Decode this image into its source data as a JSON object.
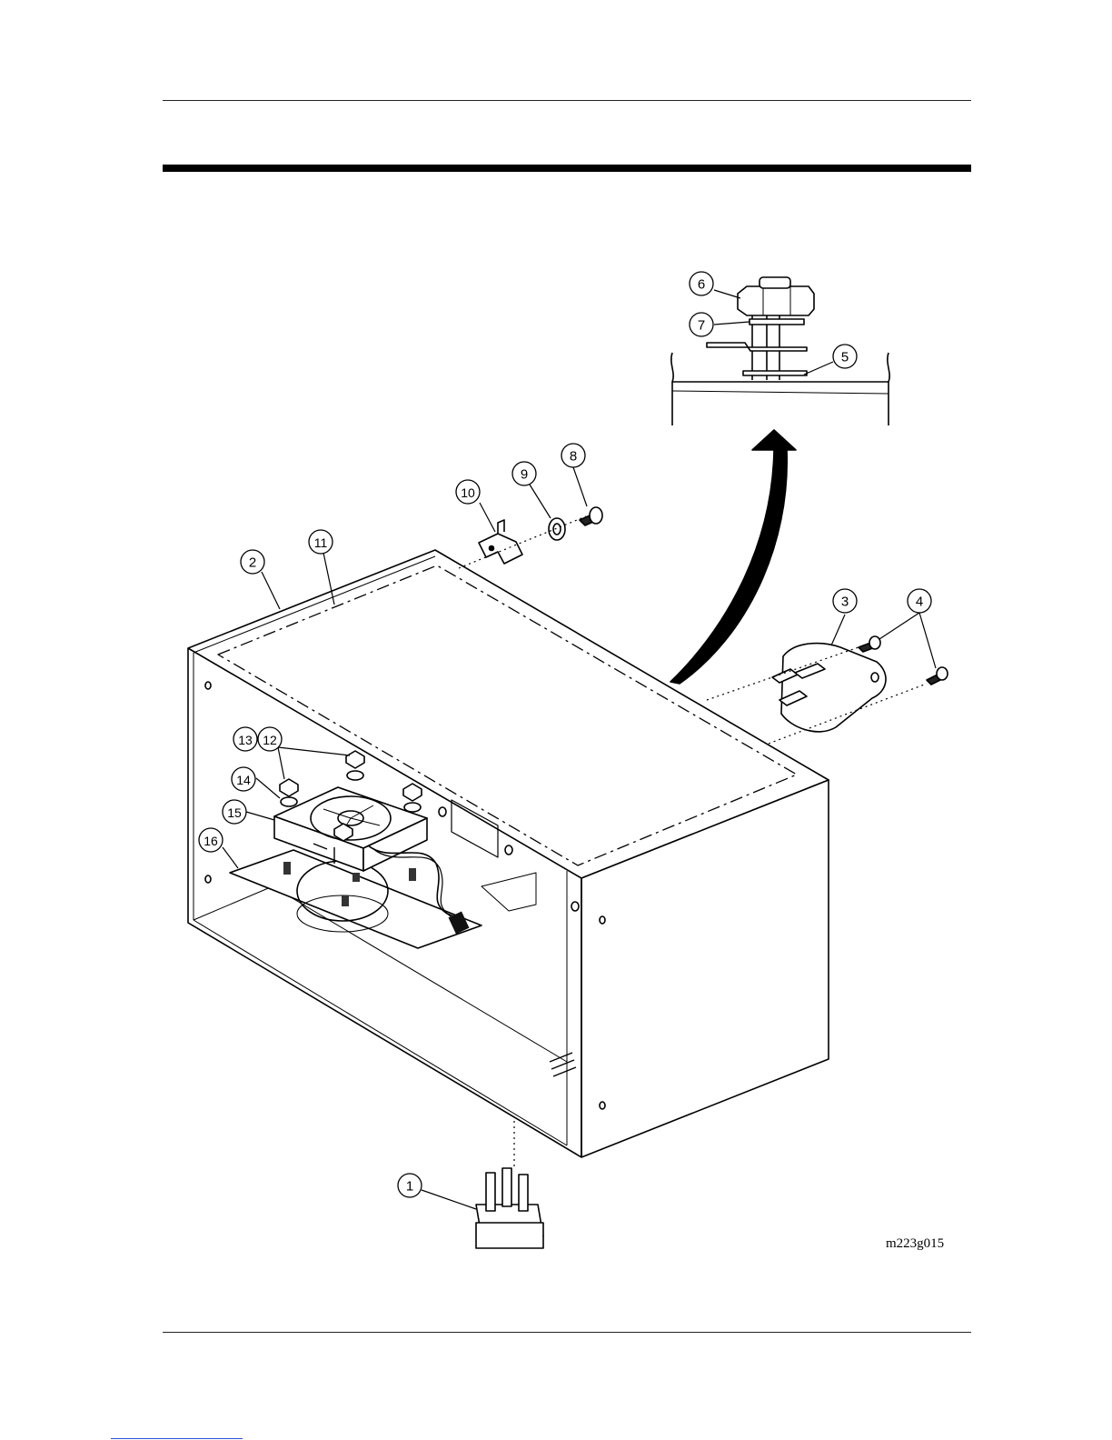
{
  "figure": {
    "id": "m223g015"
  },
  "callouts": [
    {
      "label": "1"
    },
    {
      "label": "2"
    },
    {
      "label": "3"
    },
    {
      "label": "4"
    },
    {
      "label": "5"
    },
    {
      "label": "6"
    },
    {
      "label": "7"
    },
    {
      "label": "8"
    },
    {
      "label": "9"
    },
    {
      "label": "10"
    },
    {
      "label": "11"
    },
    {
      "label": "12"
    },
    {
      "label": "13"
    },
    {
      "label": "14"
    },
    {
      "label": "15"
    },
    {
      "label": "16"
    }
  ]
}
